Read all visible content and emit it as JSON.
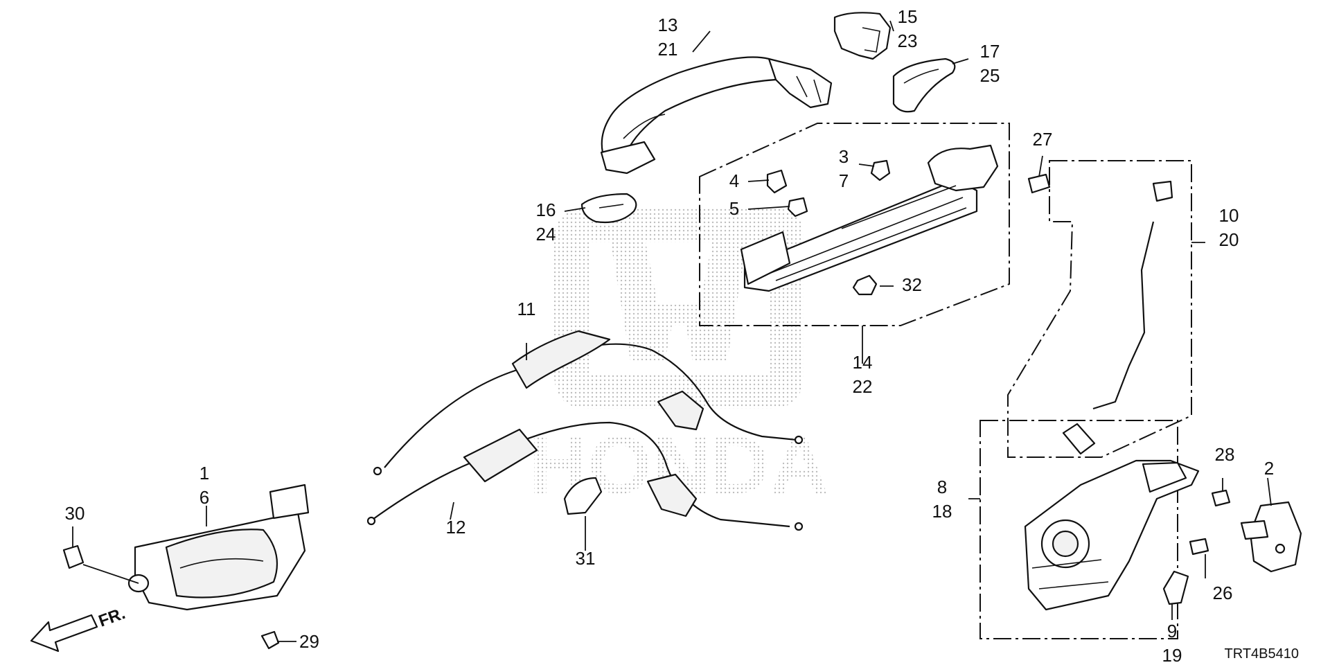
{
  "callouts": {
    "p1": "1",
    "p6": "6",
    "p2": "2",
    "p3": "3",
    "p7": "7",
    "p4": "4",
    "p5": "5",
    "p8": "8",
    "p18": "18",
    "p9": "9",
    "p19": "19",
    "p10": "10",
    "p20": "20",
    "p11": "11",
    "p12": "12",
    "p13": "13",
    "p21": "21",
    "p14": "14",
    "p22": "22",
    "p15": "15",
    "p23": "23",
    "p16": "16",
    "p24": "24",
    "p17": "17",
    "p25": "25",
    "p26": "26",
    "p27": "27",
    "p28": "28",
    "p29": "29",
    "p30": "30",
    "p31": "31",
    "p32": "32"
  },
  "direction_label": "FR.",
  "diagram_code": "TRT4B5410",
  "colors": {
    "line": "#111111",
    "background": "#ffffff",
    "watermark": "#c8c8c8"
  }
}
